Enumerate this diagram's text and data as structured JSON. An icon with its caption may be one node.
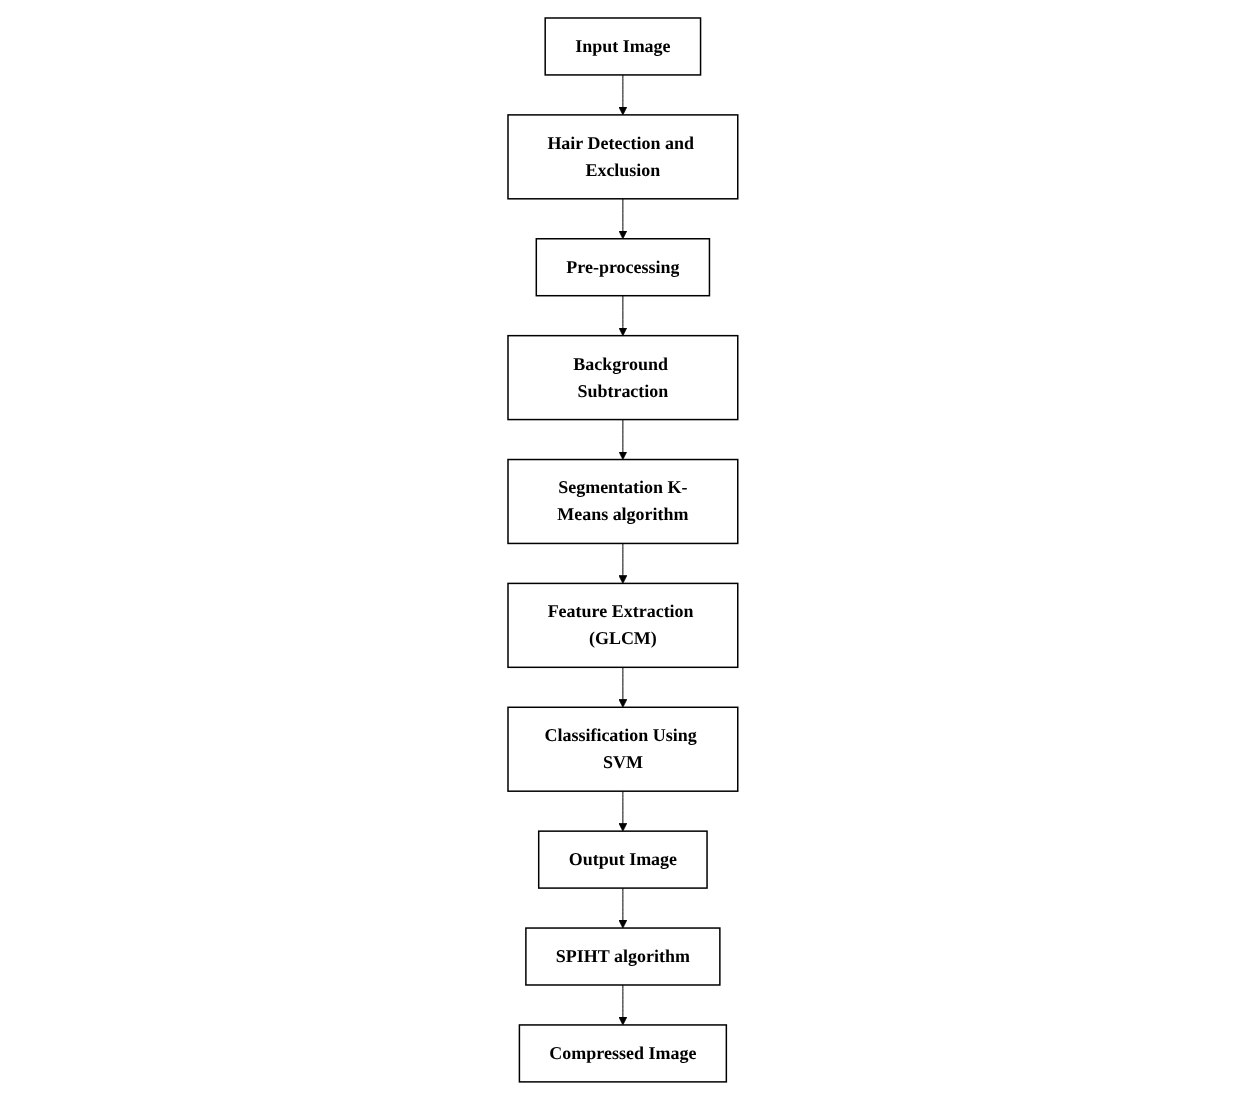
{
  "diagram": {
    "nodes": [
      {
        "text": [
          "Input Image"
        ]
      },
      {
        "text": [
          "Hair Detection and Exclusion"
        ]
      },
      {
        "text": [
          "Pre-processing"
        ]
      },
      {
        "text": [
          "Background Subtraction"
        ]
      },
      {
        "text": [
          "Segmentation K-Means algorithm"
        ]
      },
      {
        "text": [
          "Feature Extraction (GLCM)"
        ]
      },
      {
        "text": [
          "Classification Using SVM"
        ]
      },
      {
        "text": [
          "Output Image"
        ]
      },
      {
        "text": [
          "SPIHT algorithm"
        ]
      },
      {
        "text": [
          "Compressed Image"
        ]
      }
    ],
    "edges": [
      {
        "from": 0,
        "to": 1,
        "arrow": "to"
      },
      {
        "from": 1,
        "to": 2,
        "arrow": "to"
      },
      {
        "from": 2,
        "to": 3,
        "arrow": "to"
      },
      {
        "from": 3,
        "to": 4,
        "arrow": "to"
      },
      {
        "from": 4,
        "to": 5,
        "arrow": "to"
      },
      {
        "from": 5,
        "to": 6,
        "arrow": "to"
      },
      {
        "from": 6,
        "to": 7,
        "arrow": "to"
      },
      {
        "from": 7,
        "to": 8,
        "arrow": "to"
      },
      {
        "from": 8,
        "to": 9,
        "arrow": "to"
      }
    ]
  }
}
